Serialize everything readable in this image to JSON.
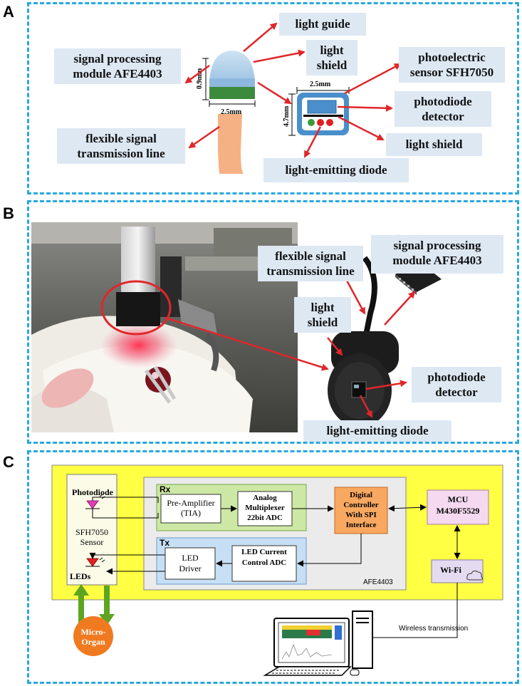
{
  "panels": {
    "a": "A",
    "b": "B",
    "c": "C"
  },
  "panel_a": {
    "light_guide": "light guide",
    "light_shield_top": "light shield",
    "photoelectric_sensor": "photoelectric sensor SFH7050",
    "signal_processing_module": "signal processing module AFE4403",
    "photodiode_detector": "photodiode detector",
    "light_shield_right": "light shield",
    "flexible_line": "flexible signal transmission line",
    "light_emitting_diode": "light-emitting diode",
    "dim_probe_height": "0.9mm",
    "dim_probe_width": "2.5mm",
    "dim_sensor_width": "2.5mm",
    "dim_sensor_height": "4.7mm"
  },
  "panel_b": {
    "flexible_line": "flexible signal transmission line",
    "signal_processing_module": "signal processing module AFE4403",
    "light_shield": "light shield",
    "photodiode_detector": "photodiode detector",
    "light_emitting_diode": "light-emitting diode"
  },
  "panel_c": {
    "photodiode": "Photodiode",
    "sensor": "SFH7050 Sensor",
    "leds": "LEDs",
    "rx": "Rx",
    "tx": "Tx",
    "pre_amplifier": "Pre-Amplifier (TIA)",
    "analog_mux": "Analog Multiplexer 22bit ADC",
    "digital_controller": "Digital Controller With SPI Interface",
    "led_driver": "LED Driver",
    "led_current": "LED Current Control ADC",
    "afe": "AFE4403",
    "mcu": "MCU M430F5529",
    "wifi": "Wi-Fi",
    "micro_organ": "Micro- Organ",
    "wireless": "Wireless transmission"
  },
  "colors": {
    "dash": "#29a8e0",
    "arrow": "#e0262a",
    "label_bg": "#dde8f3",
    "board": "#ffff44",
    "rx_bg": "#cde8a4",
    "tx_bg": "#c7dff5",
    "controller": "#f8a860",
    "mcu_bg": "#f4d9f1",
    "wifi_bg": "#e4dbf0",
    "organ": "#f07a20",
    "green_arrow": "#5da520"
  }
}
